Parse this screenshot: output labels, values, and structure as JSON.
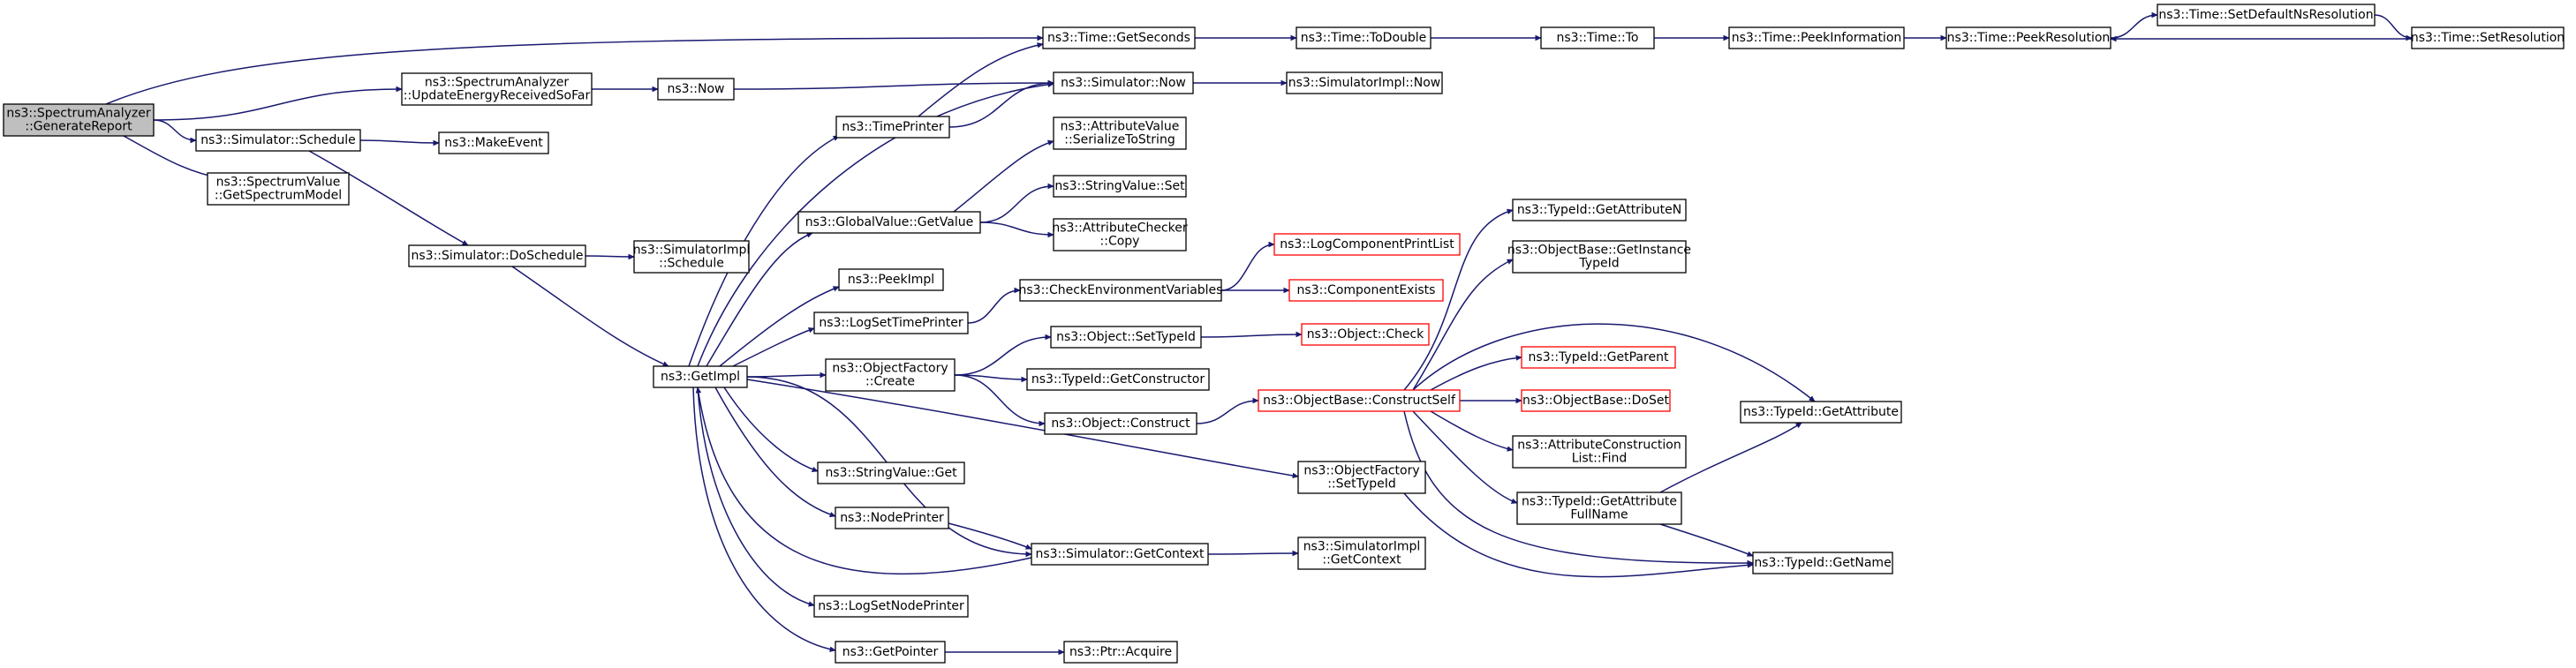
{
  "diagram": {
    "type": "call-graph",
    "edge_color": "#191970",
    "root_fill": "#bfbfbf",
    "truncated_border_color": "#ff0000",
    "nodes": [
      {
        "id": "generate_report",
        "label": [
          "ns3::SpectrumAnalyzer",
          "::GenerateReport"
        ],
        "root": true
      },
      {
        "id": "time_getseconds",
        "label": [
          "ns3::Time::GetSeconds"
        ]
      },
      {
        "id": "update_energy",
        "label": [
          "ns3::SpectrumAnalyzer",
          "::UpdateEnergyReceivedSoFar"
        ]
      },
      {
        "id": "sim_schedule",
        "label": [
          "ns3::Simulator::Schedule"
        ]
      },
      {
        "id": "spectrum_model",
        "label": [
          "ns3::SpectrumValue",
          "::GetSpectrumModel"
        ]
      },
      {
        "id": "time_todouble",
        "label": [
          "ns3::Time::ToDouble"
        ]
      },
      {
        "id": "time_to",
        "label": [
          "ns3::Time::To"
        ]
      },
      {
        "id": "peek_information",
        "label": [
          "ns3::Time::PeekInformation"
        ]
      },
      {
        "id": "peek_resolution",
        "label": [
          "ns3::Time::PeekResolution"
        ]
      },
      {
        "id": "set_default_ns",
        "label": [
          "ns3::Time::SetDefaultNsResolution"
        ]
      },
      {
        "id": "set_resolution",
        "label": [
          "ns3::Time::SetResolution"
        ]
      },
      {
        "id": "ns3_now",
        "label": [
          "ns3::Now"
        ]
      },
      {
        "id": "sim_now",
        "label": [
          "ns3::Simulator::Now"
        ]
      },
      {
        "id": "simimpl_now",
        "label": [
          "ns3::SimulatorImpl::Now"
        ]
      },
      {
        "id": "make_event",
        "label": [
          "ns3::MakeEvent"
        ]
      },
      {
        "id": "time_printer",
        "label": [
          "ns3::TimePrinter"
        ]
      },
      {
        "id": "attr_serialize",
        "label": [
          "ns3::AttributeValue",
          "::SerializeToString"
        ]
      },
      {
        "id": "string_set",
        "label": [
          "ns3::StringValue::Set"
        ]
      },
      {
        "id": "global_getvalue",
        "label": [
          "ns3::GlobalValue::GetValue"
        ]
      },
      {
        "id": "attr_checker_copy",
        "label": [
          "ns3::AttributeChecker",
          "::Copy"
        ]
      },
      {
        "id": "sim_doschedule",
        "label": [
          "ns3::Simulator::DoSchedule"
        ]
      },
      {
        "id": "simimpl_schedule",
        "label": [
          "ns3::SimulatorImpl",
          "::Schedule"
        ]
      },
      {
        "id": "log_component_print",
        "label": [
          "ns3::LogComponentPrintList"
        ],
        "truncated": true
      },
      {
        "id": "peek_impl",
        "label": [
          "ns3::PeekImpl"
        ]
      },
      {
        "id": "check_env",
        "label": [
          "ns3::CheckEnvironmentVariables"
        ]
      },
      {
        "id": "component_exists",
        "label": [
          "ns3::ComponentExists"
        ],
        "truncated": true
      },
      {
        "id": "log_set_time_printer",
        "label": [
          "ns3::LogSetTimePrinter"
        ]
      },
      {
        "id": "typeid_get_attr_n",
        "label": [
          "ns3::TypeId::GetAttributeN"
        ]
      },
      {
        "id": "objbase_instance_typeid",
        "label": [
          "ns3::ObjectBase::GetInstance",
          "TypeId"
        ]
      },
      {
        "id": "object_set_typeid",
        "label": [
          "ns3::Object::SetTypeId"
        ]
      },
      {
        "id": "object_check",
        "label": [
          "ns3::Object::Check"
        ],
        "truncated": true
      },
      {
        "id": "get_impl",
        "label": [
          "ns3::GetImpl"
        ]
      },
      {
        "id": "object_factory_create",
        "label": [
          "ns3::ObjectFactory",
          "::Create"
        ]
      },
      {
        "id": "typeid_get_parent",
        "label": [
          "ns3::TypeId::GetParent"
        ],
        "truncated": true
      },
      {
        "id": "typeid_get_constructor",
        "label": [
          "ns3::TypeId::GetConstructor"
        ]
      },
      {
        "id": "objbase_construct_self",
        "label": [
          "ns3::ObjectBase::ConstructSelf"
        ],
        "truncated": true
      },
      {
        "id": "objbase_doset",
        "label": [
          "ns3::ObjectBase::DoSet"
        ],
        "truncated": true
      },
      {
        "id": "typeid_get_attribute",
        "label": [
          "ns3::TypeId::GetAttribute"
        ]
      },
      {
        "id": "object_construct",
        "label": [
          "ns3::Object::Construct"
        ]
      },
      {
        "id": "attr_construction_find",
        "label": [
          "ns3::AttributeConstruction",
          "List::Find"
        ]
      },
      {
        "id": "string_get",
        "label": [
          "ns3::StringValue::Get"
        ]
      },
      {
        "id": "object_factory_set_typeid",
        "label": [
          "ns3::ObjectFactory",
          "::SetTypeId"
        ]
      },
      {
        "id": "typeid_attr_fullname",
        "label": [
          "ns3::TypeId::GetAttribute",
          "FullName"
        ]
      },
      {
        "id": "node_printer",
        "label": [
          "ns3::NodePrinter"
        ]
      },
      {
        "id": "sim_get_context",
        "label": [
          "ns3::Simulator::GetContext"
        ]
      },
      {
        "id": "simimpl_get_context",
        "label": [
          "ns3::SimulatorImpl",
          "::GetContext"
        ]
      },
      {
        "id": "typeid_get_name",
        "label": [
          "ns3::TypeId::GetName"
        ]
      },
      {
        "id": "log_set_node_printer",
        "label": [
          "ns3::LogSetNodePrinter"
        ]
      },
      {
        "id": "get_pointer",
        "label": [
          "ns3::GetPointer"
        ]
      },
      {
        "id": "ptr_acquire",
        "label": [
          "ns3::Ptr::Acquire"
        ]
      }
    ],
    "edges": [
      [
        "generate_report",
        "time_getseconds"
      ],
      [
        "generate_report",
        "update_energy"
      ],
      [
        "generate_report",
        "sim_schedule"
      ],
      [
        "generate_report",
        "spectrum_model"
      ],
      [
        "time_getseconds",
        "time_todouble"
      ],
      [
        "time_todouble",
        "time_to"
      ],
      [
        "time_to",
        "peek_information"
      ],
      [
        "peek_information",
        "peek_resolution"
      ],
      [
        "peek_resolution",
        "set_default_ns"
      ],
      [
        "set_default_ns",
        "set_resolution"
      ],
      [
        "set_resolution",
        "peek_resolution"
      ],
      [
        "update_energy",
        "ns3_now"
      ],
      [
        "ns3_now",
        "sim_now"
      ],
      [
        "sim_now",
        "simimpl_now"
      ],
      [
        "sim_schedule",
        "make_event"
      ],
      [
        "sim_schedule",
        "sim_doschedule"
      ],
      [
        "sim_doschedule",
        "simimpl_schedule"
      ],
      [
        "sim_doschedule",
        "get_impl"
      ],
      [
        "get_impl",
        "sim_now"
      ],
      [
        "get_impl",
        "time_printer"
      ],
      [
        "get_impl",
        "global_getvalue"
      ],
      [
        "get_impl",
        "peek_impl"
      ],
      [
        "get_impl",
        "log_set_time_printer"
      ],
      [
        "get_impl",
        "object_factory_create"
      ],
      [
        "get_impl",
        "object_factory_set_typeid"
      ],
      [
        "get_impl",
        "string_get"
      ],
      [
        "get_impl",
        "node_printer"
      ],
      [
        "get_impl",
        "sim_get_context"
      ],
      [
        "get_impl",
        "log_set_node_printer"
      ],
      [
        "get_impl",
        "get_pointer"
      ],
      [
        "time_printer",
        "time_getseconds"
      ],
      [
        "time_printer",
        "sim_now"
      ],
      [
        "global_getvalue",
        "attr_serialize"
      ],
      [
        "global_getvalue",
        "string_set"
      ],
      [
        "global_getvalue",
        "attr_checker_copy"
      ],
      [
        "log_set_time_printer",
        "check_env"
      ],
      [
        "check_env",
        "log_component_print"
      ],
      [
        "check_env",
        "component_exists"
      ],
      [
        "object_factory_create",
        "object_set_typeid"
      ],
      [
        "object_factory_create",
        "typeid_get_constructor"
      ],
      [
        "object_factory_create",
        "object_construct"
      ],
      [
        "object_set_typeid",
        "object_check"
      ],
      [
        "object_construct",
        "objbase_construct_self"
      ],
      [
        "objbase_construct_self",
        "typeid_get_attr_n"
      ],
      [
        "objbase_construct_self",
        "objbase_instance_typeid"
      ],
      [
        "objbase_construct_self",
        "typeid_get_parent"
      ],
      [
        "objbase_construct_self",
        "objbase_doset"
      ],
      [
        "objbase_construct_self",
        "typeid_get_attribute"
      ],
      [
        "objbase_construct_self",
        "attr_construction_find"
      ],
      [
        "objbase_construct_self",
        "typeid_attr_fullname"
      ],
      [
        "objbase_construct_self",
        "typeid_get_name"
      ],
      [
        "typeid_attr_fullname",
        "typeid_get_attribute"
      ],
      [
        "typeid_attr_fullname",
        "typeid_get_name"
      ],
      [
        "object_factory_set_typeid",
        "typeid_get_name"
      ],
      [
        "node_printer",
        "sim_get_context"
      ],
      [
        "sim_get_context",
        "get_impl"
      ],
      [
        "sim_get_context",
        "simimpl_get_context"
      ],
      [
        "get_pointer",
        "ptr_acquire"
      ]
    ]
  }
}
